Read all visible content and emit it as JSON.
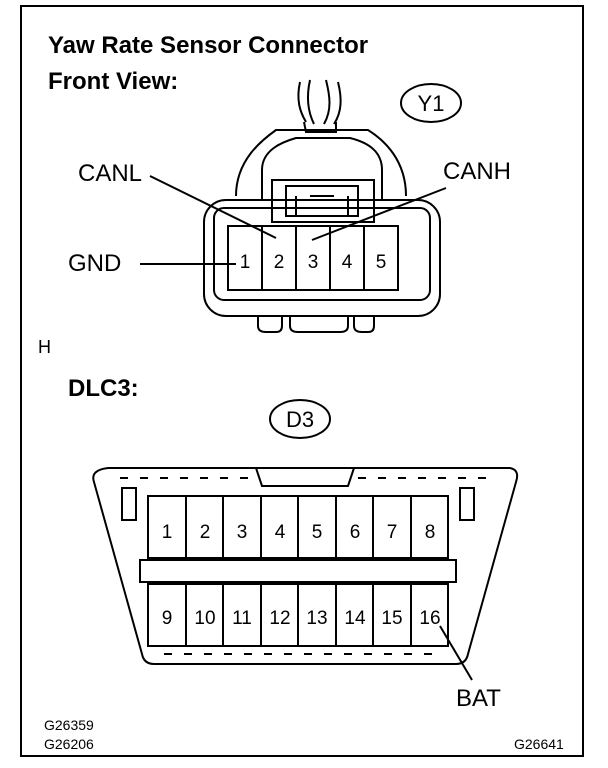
{
  "yaw_section": {
    "title_line1": "Yaw Rate Sensor Connector",
    "title_line2": "Front View:",
    "connector_id": "Y1",
    "pins": [
      "1",
      "2",
      "3",
      "4",
      "5"
    ],
    "callouts": {
      "canl": "CANL",
      "canh": "CANH",
      "gnd": "GND"
    }
  },
  "separator_letter": "H",
  "dlc_section": {
    "title": "DLC3:",
    "connector_id": "D3",
    "pins_top": [
      "1",
      "2",
      "3",
      "4",
      "5",
      "6",
      "7",
      "8"
    ],
    "pins_bottom": [
      "9",
      "10",
      "11",
      "12",
      "13",
      "14",
      "15",
      "16"
    ],
    "callout_bat": "BAT"
  },
  "figure_codes": {
    "code1": "G26359",
    "code2": "G26206",
    "code3": "G26641"
  }
}
